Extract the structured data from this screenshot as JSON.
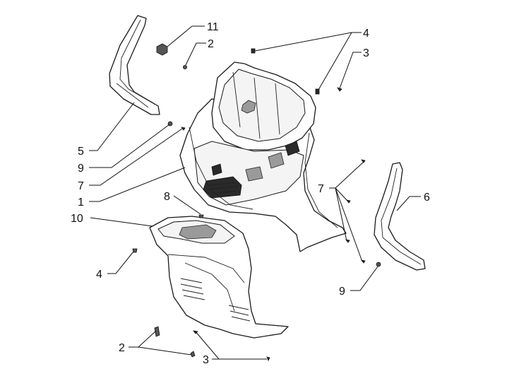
{
  "labels": [
    {
      "id": "l11",
      "text": "11"
    },
    {
      "id": "l2a",
      "text": "2"
    },
    {
      "id": "l4a",
      "text": "4"
    },
    {
      "id": "l3a",
      "text": "3"
    },
    {
      "id": "l5",
      "text": "5"
    },
    {
      "id": "l9a",
      "text": "9"
    },
    {
      "id": "l7a",
      "text": "7"
    },
    {
      "id": "l1",
      "text": "1"
    },
    {
      "id": "l8",
      "text": "8"
    },
    {
      "id": "l10",
      "text": "10"
    },
    {
      "id": "l7b",
      "text": "7"
    },
    {
      "id": "l6",
      "text": "6"
    },
    {
      "id": "l4b",
      "text": "4"
    },
    {
      "id": "l9b",
      "text": "9"
    },
    {
      "id": "l2b",
      "text": "2"
    },
    {
      "id": "l3b",
      "text": "3"
    }
  ]
}
